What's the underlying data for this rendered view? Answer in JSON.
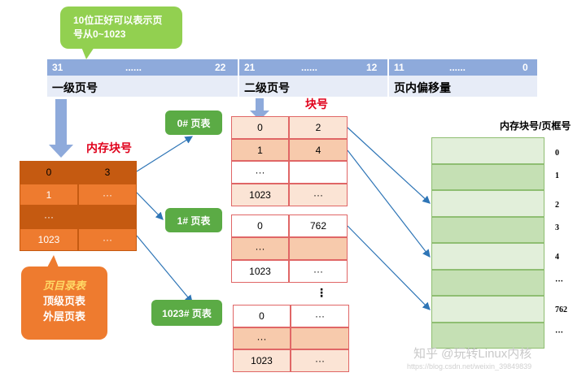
{
  "bubble": {
    "line1": "10位正好可以表示页",
    "line2": "号从0~1023"
  },
  "address": {
    "bits": {
      "b31": "31",
      "dots1": "......",
      "b22": "22",
      "b21": "21",
      "dots2": "......",
      "b12": "12",
      "b11": "11",
      "dots3": "......",
      "b0": "0"
    },
    "fields": {
      "level1": "一级页号",
      "level2": "二级页号",
      "offset": "页内偏移量"
    }
  },
  "labels": {
    "memory_block": "内存块号",
    "block": "块号",
    "frame_header": "内存块号/页框号",
    "vdots": "⋮"
  },
  "directory": {
    "rows": [
      [
        "0",
        "3"
      ],
      [
        "1",
        "···"
      ],
      [
        "···",
        ""
      ],
      [
        "1023",
        "···"
      ]
    ],
    "note": {
      "title": "页目录表",
      "line2": "顶级页表",
      "line3": "外层页表"
    }
  },
  "page_tables": [
    {
      "tag": "0# 页表",
      "rows": [
        [
          "0",
          "2"
        ],
        [
          "1",
          "4"
        ],
        [
          "···",
          ""
        ],
        [
          "1023",
          "···"
        ]
      ]
    },
    {
      "tag": "1# 页表",
      "rows": [
        [
          "0",
          "762"
        ],
        [
          "···",
          ""
        ],
        [
          "1023",
          "···"
        ]
      ]
    },
    {
      "tag": "1023# 页表",
      "rows": [
        [
          "0",
          "···"
        ],
        [
          "···",
          ""
        ],
        [
          "1023",
          "···"
        ]
      ]
    }
  ],
  "frames": [
    "0",
    "1",
    "2",
    "3",
    "4",
    "···",
    "762",
    "···"
  ],
  "watermark": {
    "line1": "知乎 @玩转Linux内核",
    "line2": "https://blog.csdn.net/weixin_39849839"
  },
  "colors": {
    "green": "#92d050",
    "blue": "#8eaadb",
    "arrow_blue": "#2e75b6",
    "dark_orange": "#c55a11",
    "frame_green": "#c5e0b4",
    "tag_green": "#5bab45"
  }
}
